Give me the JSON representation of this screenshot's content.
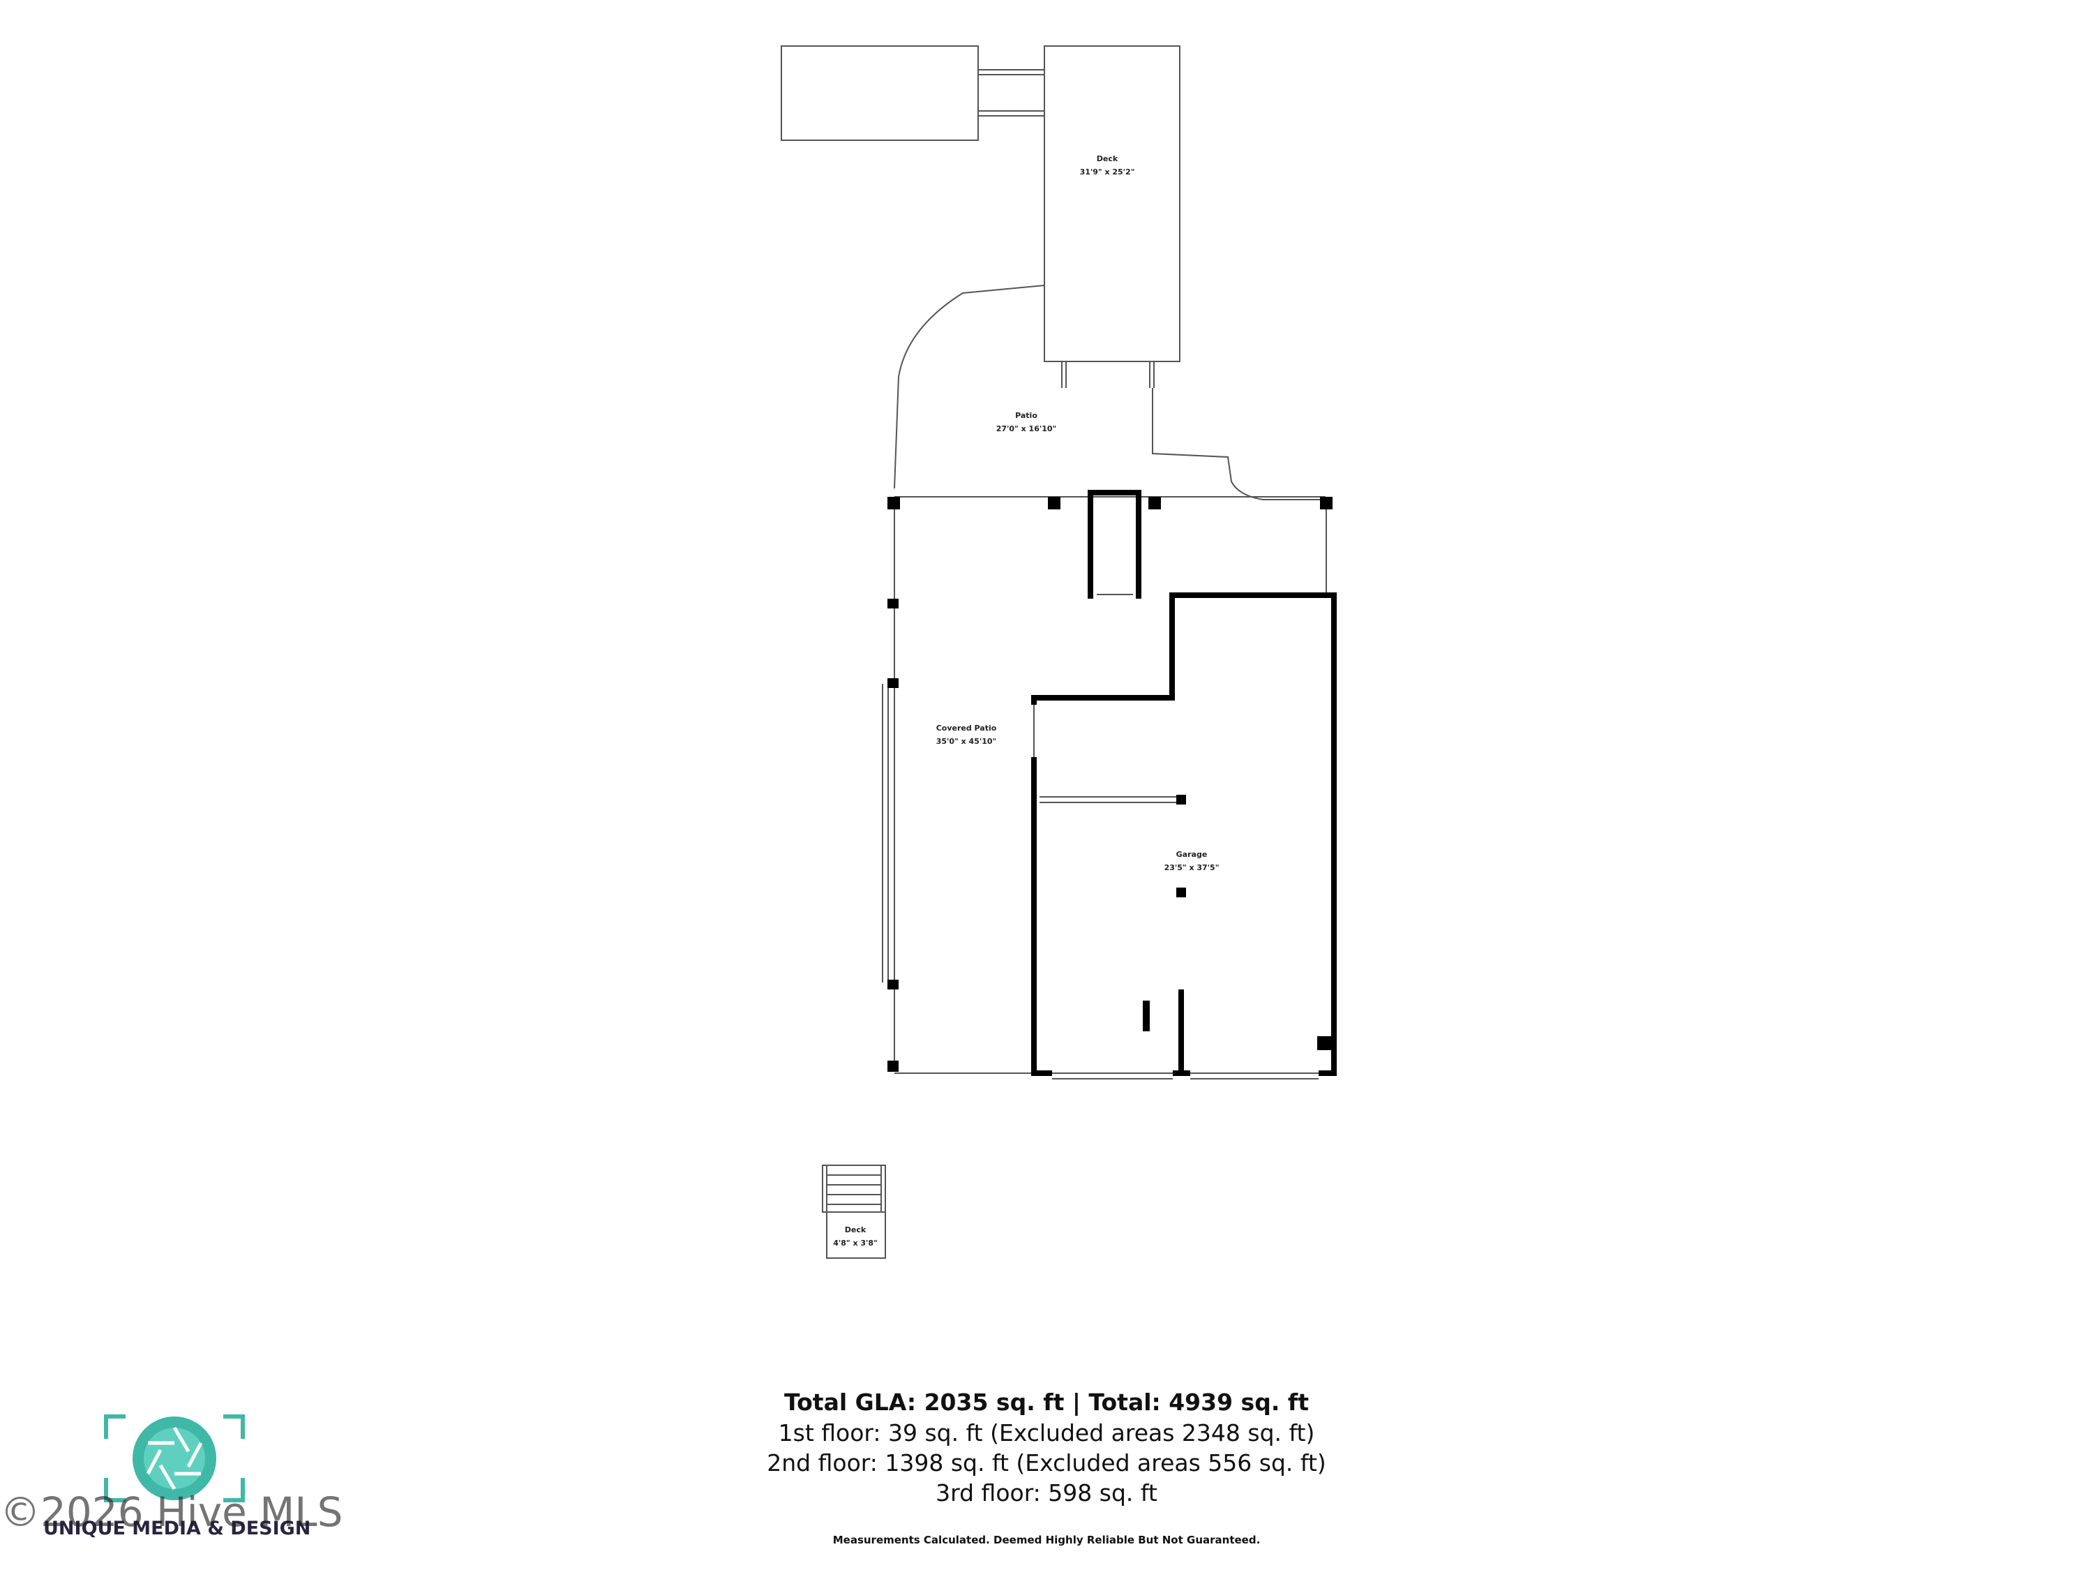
{
  "rooms": {
    "deck_main": {
      "name": "Deck",
      "dims": "31'9\" x 25'2\""
    },
    "patio": {
      "name": "Patio",
      "dims": "27'0\" x 16'10\""
    },
    "covered_patio": {
      "name": "Covered Patio",
      "dims": "35'0\" x 45'10\""
    },
    "garage": {
      "name": "Garage",
      "dims": "23'5\" x 37'5\""
    },
    "deck_small": {
      "name": "Deck",
      "dims": "4'8\" x 3'8\""
    }
  },
  "summary": {
    "total": "Total GLA: 2035 sq. ft | Total: 4939 sq. ft",
    "floor1": "1st floor: 39 sq. ft (Excluded areas 2348 sq. ft)",
    "floor2": "2nd floor: 1398 sq. ft (Excluded areas 556 sq. ft)",
    "floor3": "3rd floor: 598 sq. ft"
  },
  "disclaimer": "Measurements Calculated. Deemed Highly Reliable But Not Guaranteed.",
  "logo": {
    "text": "UNIQUE MEDIA & DESIGN",
    "icon": "camera-aperture-icon",
    "color": "#3fb8a8"
  },
  "watermark": "©2026 Hive MLS",
  "colors": {
    "wall": "#000000",
    "line": "#555555",
    "background": "#ffffff"
  }
}
